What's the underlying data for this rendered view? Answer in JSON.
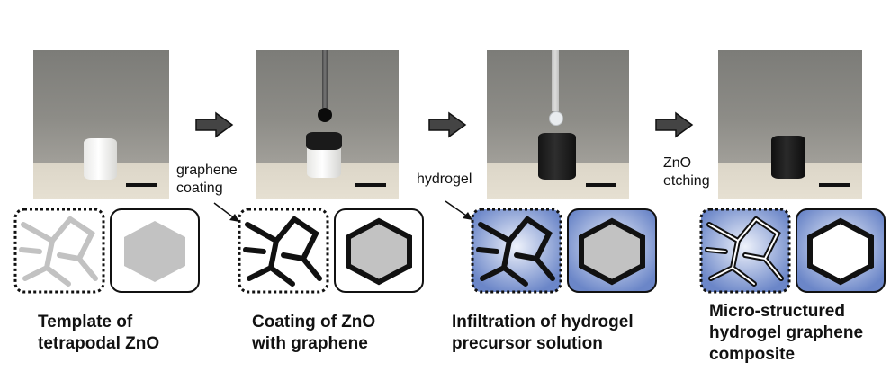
{
  "steps": [
    {
      "label": "Template of\ntetrapodal ZnO"
    },
    {
      "label": "Coating of ZnO\nwith graphene"
    },
    {
      "label": "Infiltration of hydrogel\nprecursor solution"
    },
    {
      "label": "Micro-structured\nhydrogel graphene\ncomposite"
    }
  ],
  "arrows": [
    {
      "note": "graphene\ncoating"
    },
    {
      "note": "hydrogel"
    },
    {
      "note": "ZnO\netching"
    }
  ],
  "colors": {
    "template_gray": "#c2c2c2",
    "graphene_black": "#111111",
    "hydrogel_blue": "#6b86c8",
    "hydrogel_light": "#eef2fb"
  }
}
